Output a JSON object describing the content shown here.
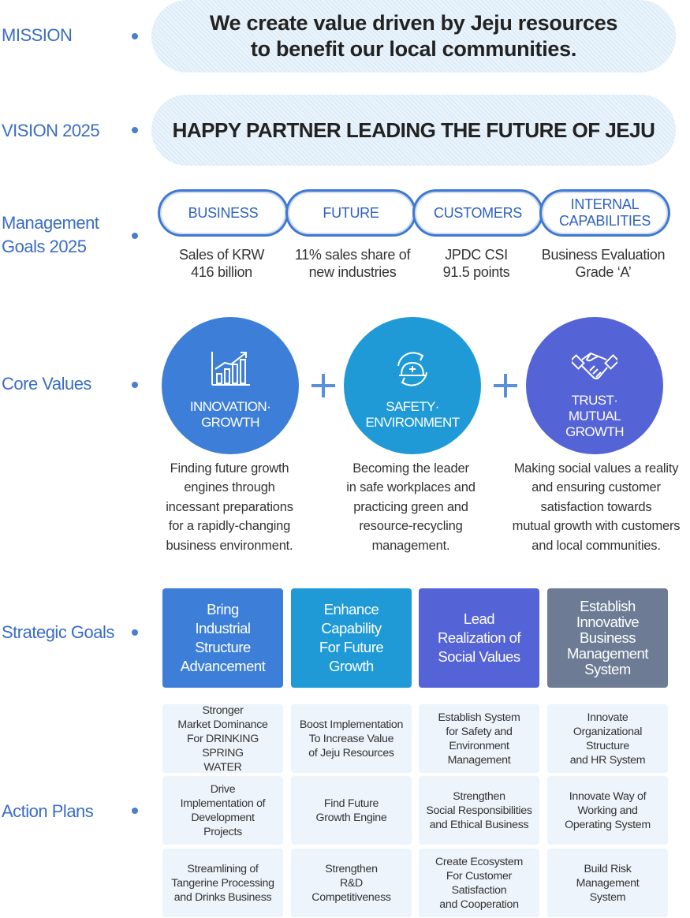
{
  "mission": {
    "label": "MISSION",
    "line1": "We create value driven by Jeju resources",
    "line2": "to benefit our local communities."
  },
  "vision": {
    "label": "VISION 2025",
    "text": "HAPPY PARTNER LEADING THE FUTURE OF JEJU"
  },
  "management_goals": {
    "label_line1": "Management",
    "label_line2": "Goals 2025",
    "items": [
      {
        "tag": "BUSINESS",
        "desc1": "Sales of KRW",
        "desc2": "416 billion"
      },
      {
        "tag": "FUTURE",
        "desc1": "11% sales share of",
        "desc2": "new industries"
      },
      {
        "tag": "CUSTOMERS",
        "desc1": "JPDC CSI",
        "desc2": "91.5 points"
      },
      {
        "tag1": "INTERNAL",
        "tag2": "CAPABILITIES",
        "desc1": "Business Evaluation",
        "desc2": "Grade ‘A’"
      }
    ]
  },
  "core_values": {
    "label": "Core Values",
    "items": [
      {
        "title1": "INNOVATION·",
        "title2": "GROWTH",
        "icon": "growth-chart-icon",
        "color": "#3d7fd8",
        "desc": [
          "Finding future growth",
          "engines through",
          "incessant preparations",
          "for a rapidly-changing",
          "business environment."
        ]
      },
      {
        "title1": "SAFETY·",
        "title2": "ENVIRONMENT",
        "icon": "safety-helmet-icon",
        "color": "#1f9ad6",
        "desc": [
          "Becoming the leader",
          "in safe workplaces and",
          "practicing green and",
          "resource-recycling",
          "management."
        ]
      },
      {
        "title1": "TRUST·",
        "title2": "MUTUAL",
        "title3": "GROWTH",
        "icon": "handshake-icon",
        "color": "#5463d6",
        "desc": [
          "Making social values a reality",
          "and ensuring customer",
          "satisfaction towards",
          "mutual growth with customers",
          "and local communities."
        ]
      }
    ]
  },
  "strategic_goals": {
    "label": "Strategic Goals",
    "items": [
      {
        "lines": [
          "Bring",
          "Industrial",
          "Structure",
          "Advancement"
        ],
        "color": "#3d7fd8"
      },
      {
        "lines": [
          "Enhance",
          "Capability",
          "For Future",
          "Growth"
        ],
        "color": "#1f9ad6"
      },
      {
        "lines": [
          "Lead",
          "Realization of",
          "Social Values"
        ],
        "color": "#5463d6"
      },
      {
        "lines": [
          "Establish",
          "Innovative",
          "Business",
          "Management",
          "System"
        ],
        "color": "#6d7c94"
      }
    ]
  },
  "action_plans": {
    "label": "Action Plans",
    "columns": [
      [
        [
          "Stronger",
          "Market Dominance",
          "For DRINKING SPRING",
          "WATER"
        ],
        [
          "Drive",
          "Implementation of",
          "Development",
          "Projects"
        ],
        [
          "Streamlining of",
          "Tangerine Processing",
          "and Drinks Business"
        ]
      ],
      [
        [
          "Boost Implementation",
          "To Increase Value",
          "of Jeju Resources"
        ],
        [
          "Find Future",
          "Growth Engine"
        ],
        [
          "Strengthen",
          "R&D",
          "Competitiveness"
        ]
      ],
      [
        [
          "Establish System",
          "for Safety and",
          "Environment",
          "Management"
        ],
        [
          "Strengthen",
          "Social Responsibilities",
          "and Ethical Business"
        ],
        [
          "Create Ecosystem",
          "For Customer",
          "Satisfaction",
          "and Cooperation"
        ]
      ],
      [
        [
          "Innovate",
          "Organizational",
          "Structure",
          "and HR System"
        ],
        [
          "Innovate Way of",
          "Working and",
          "Operating System"
        ],
        [
          "Build Risk",
          "Management",
          "System"
        ]
      ]
    ]
  }
}
